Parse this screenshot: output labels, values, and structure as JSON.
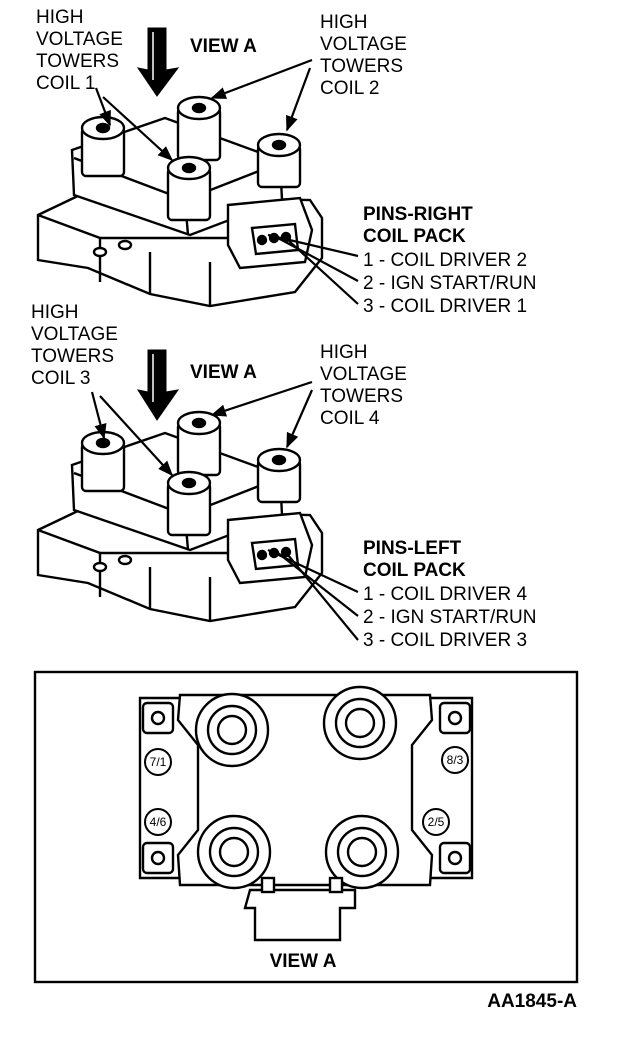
{
  "top_figure": {
    "coil1_label": [
      "HIGH",
      "VOLTAGE",
      "TOWERS",
      "COIL 1"
    ],
    "coil2_label": [
      "HIGH",
      "VOLTAGE",
      "TOWERS",
      "COIL 2"
    ],
    "view_label": "VIEW A",
    "pins_title": [
      "PINS-RIGHT",
      "COIL PACK"
    ],
    "pins": [
      "1 - COIL DRIVER 2",
      "2 - IGN START/RUN",
      "3 - COIL DRIVER  1"
    ]
  },
  "middle_figure": {
    "coil3_label": [
      "HIGH",
      "VOLTAGE",
      "TOWERS",
      "COIL 3"
    ],
    "coil4_label": [
      "HIGH",
      "VOLTAGE",
      "TOWERS",
      "COIL 4"
    ],
    "view_label": "VIEW A",
    "pins_title": [
      "PINS-LEFT",
      "COIL PACK"
    ],
    "pins": [
      "1 - COIL DRIVER 4",
      "2 - IGN START/RUN",
      "3 - COIL DRIVER 3"
    ]
  },
  "view_a_figure": {
    "markings": [
      "7/1",
      "8/3",
      "4/6",
      "2/5"
    ],
    "caption": "VIEW A"
  },
  "figure_id": "AA1845-A"
}
